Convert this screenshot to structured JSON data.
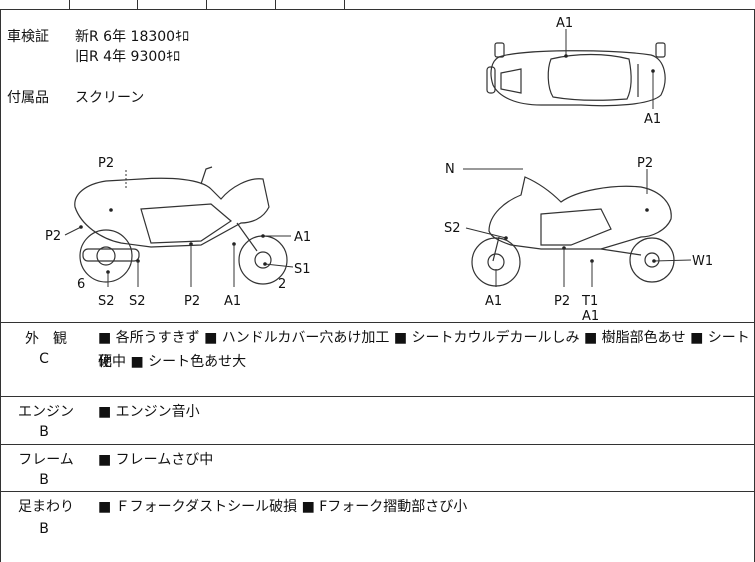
{
  "registration": {
    "label": "車検証",
    "new_rate": "新R 6年 18300ｷﾛ",
    "old_rate": "旧R 4年 9300ｷﾛ"
  },
  "accessories": {
    "label": "付属品",
    "value": "スクリーン"
  },
  "diagram_top": {
    "label1": "A1",
    "label2": "A1"
  },
  "diagram_left": {
    "p2_top": "P2",
    "p2_left": "P2",
    "a1_right": "A1",
    "s1": "S1",
    "num6": "6",
    "s2_a": "S2",
    "s2_b": "S2",
    "p2_bottom": "P2",
    "a1_bottom": "A1",
    "num2": "2"
  },
  "diagram_right": {
    "n": "N",
    "p2_top": "P2",
    "s2": "S2",
    "w1": "W1",
    "a1_bottom": "A1",
    "p2_bottom": "P2",
    "t1": "T1",
    "a1_under": "A1"
  },
  "conditions": [
    {
      "category": "外　観",
      "grade": "C",
      "line1": "■ 各所うすきず ■ ハンドルカバー穴あけ加工 ■ シートカウルデカールしみ ■ 樹脂部色あせ ■ シート硬",
      "line2": "化中 ■ シート色あせ大"
    },
    {
      "category": "エンジン",
      "grade": "B",
      "line1": "■ エンジン音小",
      "line2": ""
    },
    {
      "category": "フレーム",
      "grade": "B",
      "line1": "■ フレームさび中",
      "line2": ""
    },
    {
      "category": "足まわり",
      "grade": "B",
      "line1": "■ Ｆフォークダストシール破損 ■ Fフォーク摺動部さび小",
      "line2": ""
    }
  ]
}
